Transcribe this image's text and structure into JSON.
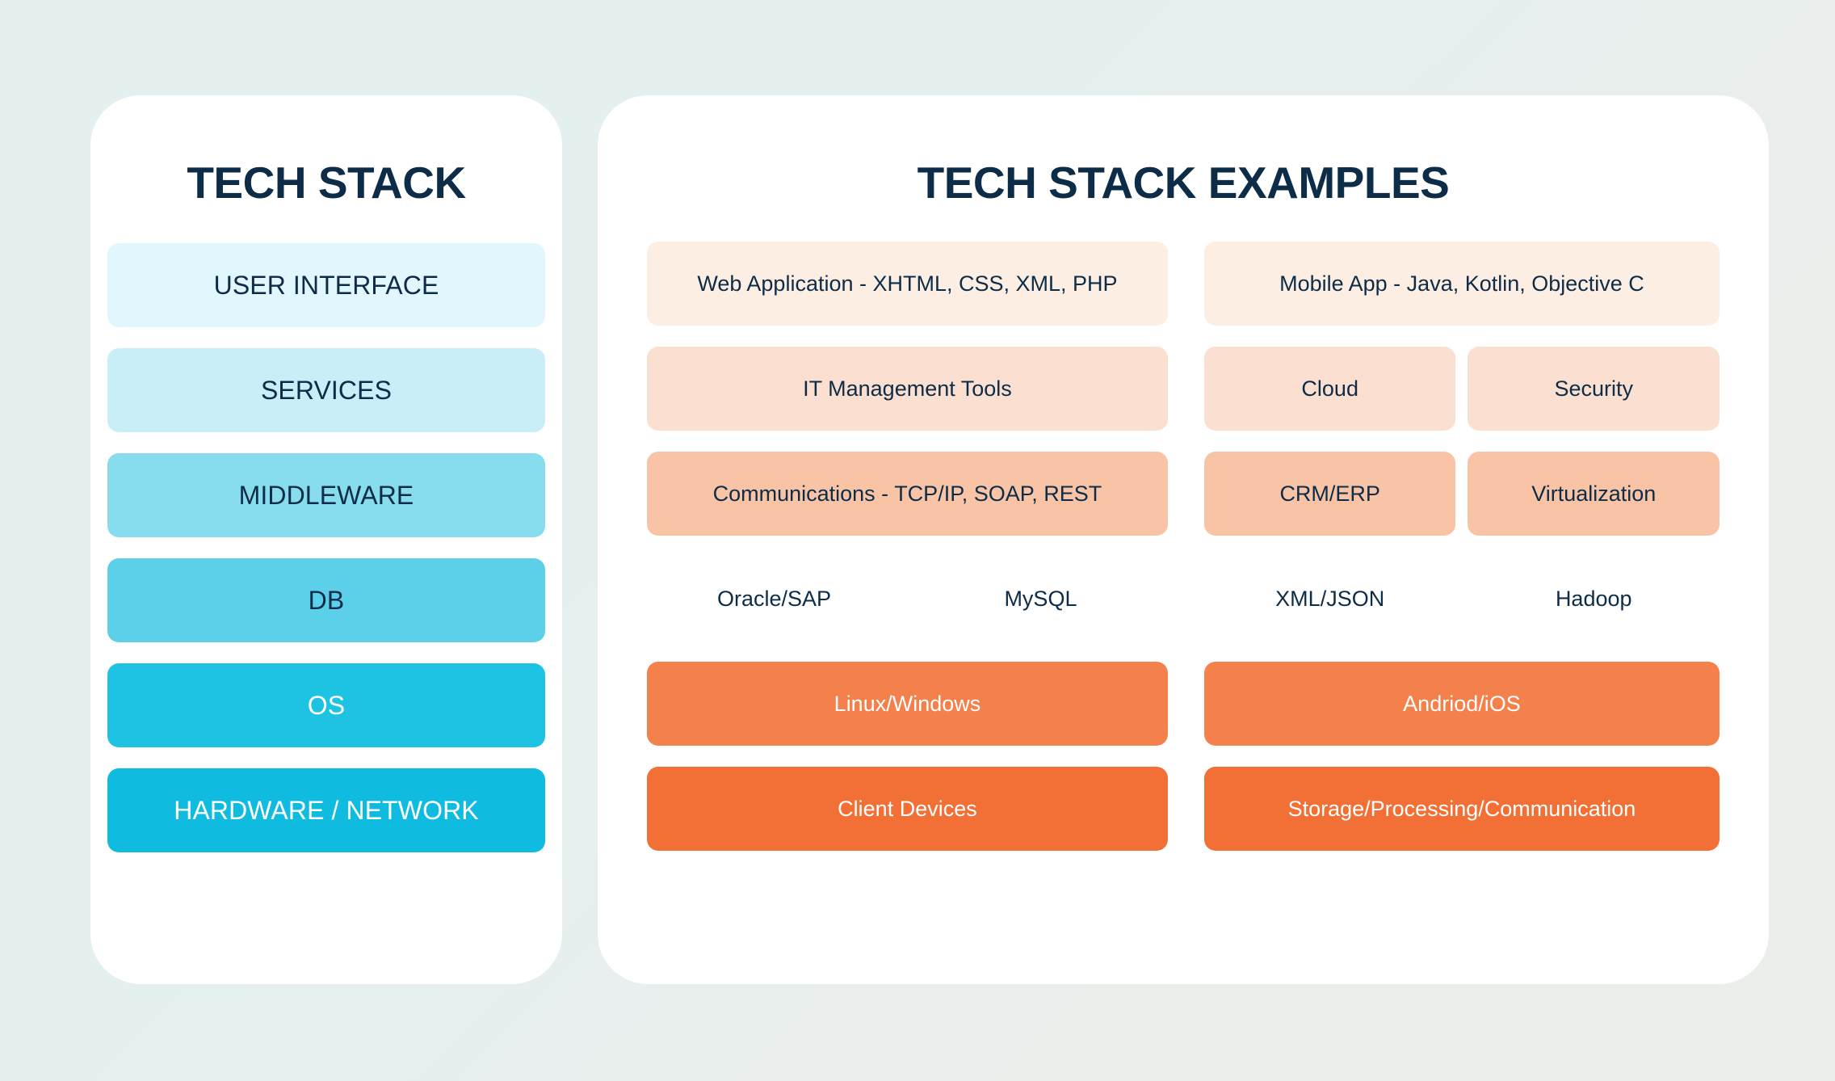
{
  "background": {
    "gradient_from": "#e4f0f0",
    "gradient_to": "#eceeeb"
  },
  "left_panel": {
    "title": "TECH STACK",
    "layers": [
      {
        "label": "USER INTERFACE",
        "bg": "#e2f6fd",
        "text": "#0d2c47"
      },
      {
        "label": "SERVICES",
        "bg": "#c9eef8",
        "text": "#0d2c47"
      },
      {
        "label": "MIDDLEWARE",
        "bg": "#87dcee",
        "text": "#0d2c47"
      },
      {
        "label": "DB",
        "bg": "#5bd0e8",
        "text": "#0d2c47"
      },
      {
        "label": "OS",
        "bg": "#1ec2e3",
        "text": "#ffffff"
      },
      {
        "label": "HARDWARE / NETWORK",
        "bg": "#0fbcdf",
        "text": "#ffffff"
      }
    ]
  },
  "right_panel": {
    "title": "TECH STACK EXAMPLES",
    "rows": [
      {
        "bg": "#fdeee4",
        "text": "#0d2c47",
        "left_cells": [
          {
            "label": "Web Application - XHTML, CSS, XML, PHP"
          }
        ],
        "right_cells": [
          {
            "label": "Mobile App - Java, Kotlin, Objective C"
          }
        ]
      },
      {
        "bg": "#fbdfd0",
        "text": "#0d2c47",
        "left_cells": [
          {
            "label": "IT Management Tools"
          }
        ],
        "right_cells": [
          {
            "label": "Cloud"
          },
          {
            "label": "Security"
          }
        ]
      },
      {
        "bg": "#f9c3a6",
        "text": "#0d2c47",
        "left_cells": [
          {
            "label": "Communications - TCP/IP, SOAP, REST"
          }
        ],
        "right_cells": [
          {
            "label": "CRM/ERP"
          },
          {
            "label": "Virtualization"
          }
        ]
      },
      {
        "bg": "#f6a craft",
        "text": "#0d2c47",
        "left_cells": [
          {
            "label": "Oracle/SAP"
          },
          {
            "label": "MySQL"
          }
        ],
        "right_cells": [
          {
            "label": "XML/JSON"
          },
          {
            "label": "Hadoop"
          }
        ]
      },
      {
        "bg": "#f4804b",
        "text": "#ffffff",
        "left_cells": [
          {
            "label": "Linux/Windows"
          }
        ],
        "right_cells": [
          {
            "label": "Andriod/iOS"
          }
        ]
      },
      {
        "bg": "#f26f35",
        "text": "#ffffff",
        "left_cells": [
          {
            "label": "Client Devices"
          }
        ],
        "right_cells": [
          {
            "label": "Storage/Processing/Communication"
          }
        ]
      }
    ]
  }
}
